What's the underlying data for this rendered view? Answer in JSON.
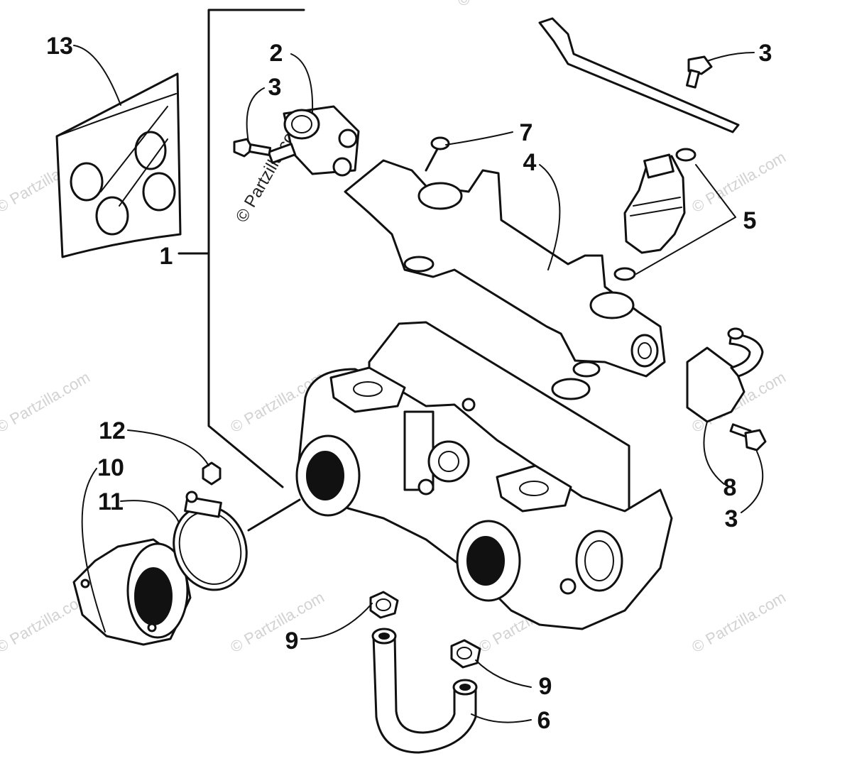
{
  "watermark": {
    "text": "© Partzilla.com"
  },
  "callouts": [
    {
      "id": "callout-1",
      "label": "1"
    },
    {
      "id": "callout-2",
      "label": "2"
    },
    {
      "id": "callout-3a",
      "label": "3"
    },
    {
      "id": "callout-3b",
      "label": "3"
    },
    {
      "id": "callout-3c",
      "label": "3"
    },
    {
      "id": "callout-4",
      "label": "4"
    },
    {
      "id": "callout-5",
      "label": "5"
    },
    {
      "id": "callout-6",
      "label": "6"
    },
    {
      "id": "callout-7",
      "label": "7"
    },
    {
      "id": "callout-8",
      "label": "8"
    },
    {
      "id": "callout-9a",
      "label": "9"
    },
    {
      "id": "callout-9b",
      "label": "9"
    },
    {
      "id": "callout-10",
      "label": "10"
    },
    {
      "id": "callout-11",
      "label": "11"
    },
    {
      "id": "callout-12",
      "label": "12"
    },
    {
      "id": "callout-13",
      "label": "13"
    }
  ],
  "colors": {
    "line": "#111111",
    "background": "#ffffff",
    "watermark": "#d2d2d2"
  }
}
